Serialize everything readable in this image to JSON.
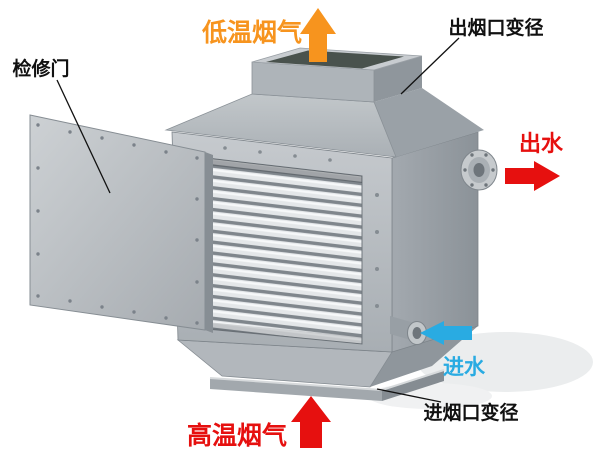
{
  "diagram": {
    "labels": {
      "low_temp_flue_gas": "低温烟气",
      "outlet_reducer": "出烟口变径",
      "access_door": "检修门",
      "water_outlet": "出水",
      "water_inlet": "进水",
      "inlet_reducer": "进烟口变径",
      "high_temp_flue_gas": "高温烟气"
    },
    "colors": {
      "orange": "#F7941E",
      "red": "#E6100F",
      "blue": "#29ABE2",
      "label": "#111111"
    }
  }
}
